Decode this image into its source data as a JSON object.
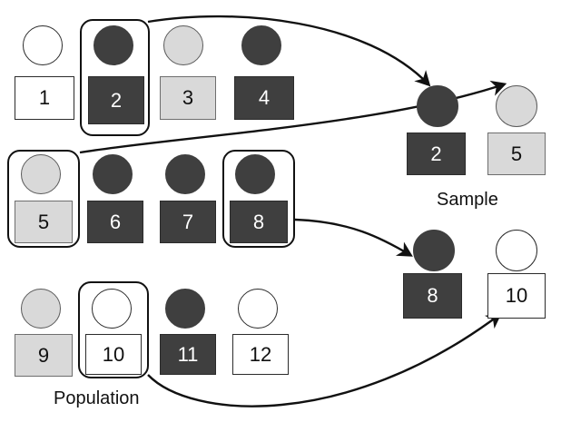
{
  "diagram": {
    "title_visible": false,
    "captions": [
      {
        "id": "sample-caption",
        "text": "Sample"
      },
      {
        "id": "population-caption",
        "text": "Population"
      }
    ],
    "colors": {
      "dark": "#3f3f3f",
      "light": "#d9d9d9",
      "white": "#ffffff",
      "outline": "#111111",
      "text_dark": "#101010",
      "text_light": "#ffffff"
    },
    "population": {
      "label": "Population",
      "rows": [
        {
          "row": 1,
          "units": [
            {
              "value": "1",
              "shade": "white",
              "selected": false
            },
            {
              "value": "2",
              "shade": "dark",
              "selected": true
            },
            {
              "value": "3",
              "shade": "light",
              "selected": false
            },
            {
              "value": "4",
              "shade": "dark",
              "selected": false
            }
          ]
        },
        {
          "row": 2,
          "units": [
            {
              "value": "5",
              "shade": "light",
              "selected": true
            },
            {
              "value": "6",
              "shade": "dark",
              "selected": false
            },
            {
              "value": "7",
              "shade": "dark",
              "selected": false
            },
            {
              "value": "8",
              "shade": "dark",
              "selected": true
            }
          ]
        },
        {
          "row": 3,
          "units": [
            {
              "value": "9",
              "shade": "light",
              "selected": false
            },
            {
              "value": "10",
              "shade": "white",
              "selected": true
            },
            {
              "value": "11",
              "shade": "dark",
              "selected": false
            },
            {
              "value": "12",
              "shade": "white",
              "selected": false
            }
          ]
        }
      ]
    },
    "sample": {
      "label": "Sample",
      "rows": [
        {
          "row": 1,
          "units": [
            {
              "value": "2",
              "shade": "dark"
            },
            {
              "value": "5",
              "shade": "light"
            }
          ]
        },
        {
          "row": 2,
          "units": [
            {
              "value": "8",
              "shade": "dark"
            },
            {
              "value": "10",
              "shade": "white"
            }
          ]
        }
      ]
    },
    "arrows": [
      {
        "id": "arrow-2",
        "from": "population-unit-2",
        "to": "sample-unit-2"
      },
      {
        "id": "arrow-5",
        "from": "population-unit-5",
        "to": "sample-unit-5"
      },
      {
        "id": "arrow-8",
        "from": "population-unit-8",
        "to": "sample-unit-8"
      },
      {
        "id": "arrow-10",
        "from": "population-unit-10",
        "to": "sample-unit-10"
      }
    ]
  }
}
